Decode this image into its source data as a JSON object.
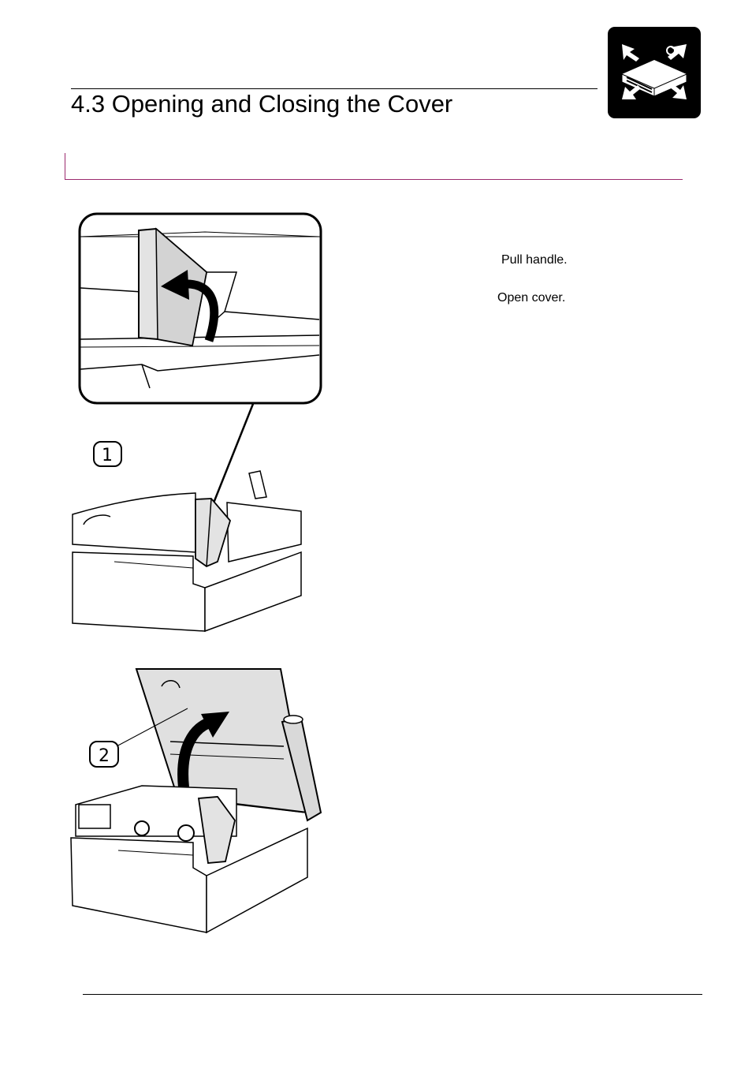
{
  "header": {
    "title": "4.3 Opening and Closing the Cover",
    "icon": "printer-cover-icon"
  },
  "steps": [
    {
      "number": "1",
      "instruction": "Pull handle."
    },
    {
      "number": "2",
      "instruction": "Open cover."
    }
  ],
  "colors": {
    "section_accent": "#9b2a6e",
    "icon_background": "#000000"
  }
}
